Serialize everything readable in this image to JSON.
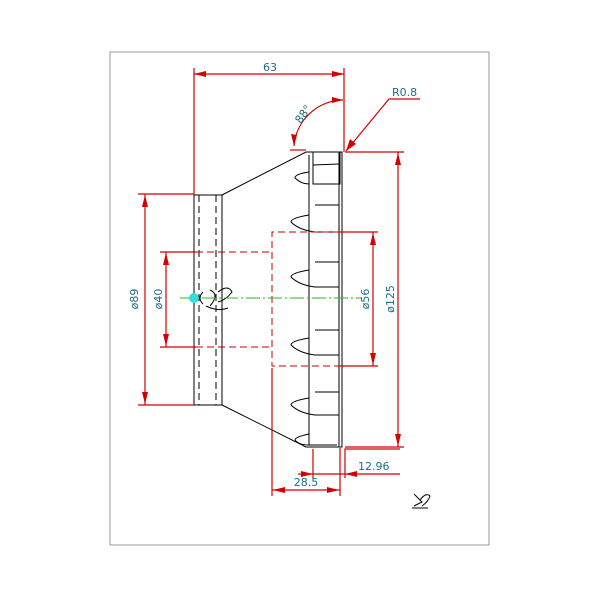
{
  "drawing": {
    "dimensions": {
      "overall_length": "63",
      "taper_angle": "88°",
      "edge_radius": "R0.8",
      "outer_diameter": "ø125",
      "bore_diameter": "ø56",
      "flange_diameter": "ø89",
      "hole_diameter": "ø40",
      "depth": "28.5",
      "lip_width": "12.96"
    },
    "colors": {
      "dimension": "#d40000",
      "text": "#1a6e8a",
      "centerline": "#22bb22",
      "point": "#33dddd"
    }
  }
}
